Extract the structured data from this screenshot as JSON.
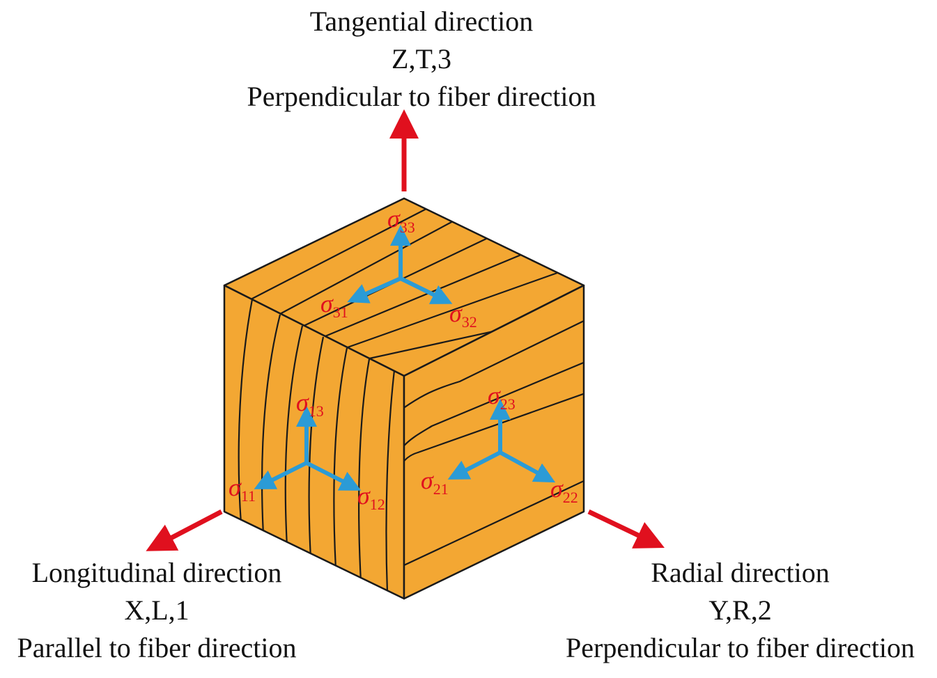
{
  "colors": {
    "wood": "#F3A733",
    "grain": "#1a1a1a",
    "direction_arrow": "#E0101E",
    "stress_arrow": "#2B9BD6",
    "stress_label": "#E0101E",
    "text": "#111111"
  },
  "directions": {
    "tangential": {
      "title": "Tangential direction",
      "axes": "Z,T,3",
      "note": "Perpendicular to fiber direction"
    },
    "longitudinal": {
      "title": "Longitudinal direction",
      "axes": "X,L,1",
      "note": "Parallel to fiber direction"
    },
    "radial": {
      "title": "Radial direction",
      "axes": "Y,R,2",
      "note": "Perpendicular to fiber direction"
    }
  },
  "stress": {
    "symbol": "σ",
    "top_face": [
      "33",
      "31",
      "32"
    ],
    "front_face": [
      "13",
      "11",
      "12"
    ],
    "side_face": [
      "23",
      "21",
      "22"
    ]
  }
}
